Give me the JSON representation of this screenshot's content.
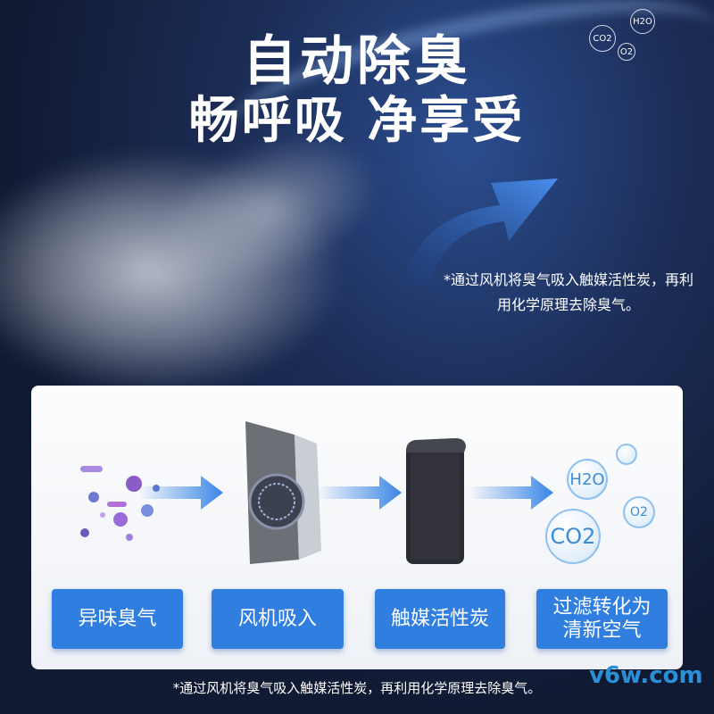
{
  "header": {
    "title_line1": "自动除臭",
    "title_line2": "畅呼吸 净享受"
  },
  "side_note": "*通过风机将臭气吸入触媒活性炭，再利用化学原理去除臭气。",
  "molecules_top": [
    "CO2",
    "H2O",
    "O2"
  ],
  "steps": [
    {
      "label": "异味臭气",
      "image": "odor-bacteria"
    },
    {
      "label": "风机吸入",
      "image": "fan-unit"
    },
    {
      "label": "触媒活性炭",
      "image": "activated-carbon-filter"
    },
    {
      "label": "过滤转化为清新空气",
      "image": "clean-air-bubbles"
    }
  ],
  "bubbles": [
    "H2O",
    "O2",
    "CO2"
  ],
  "footer_note": "*通过风机将臭气吸入触媒活性炭，再利用化学原理去除臭气。",
  "watermark": "v6w.com",
  "colors": {
    "background": "#121a33",
    "step_button": "#2f7ee0",
    "accent_arrow": "#3a86e6"
  }
}
